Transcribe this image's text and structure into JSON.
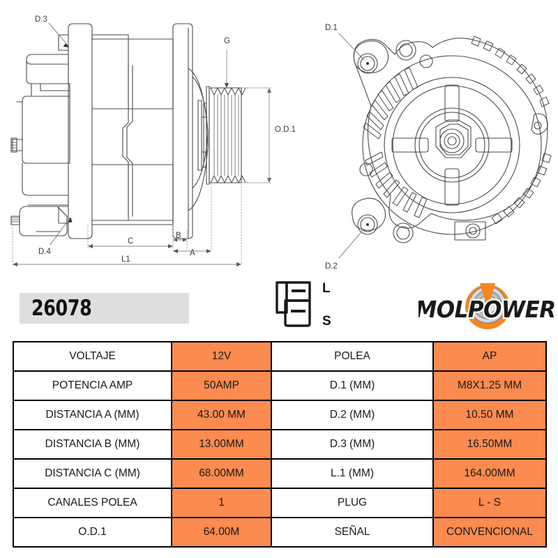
{
  "part_number": "26078",
  "colors": {
    "value_cell_background": "#fb8b4f",
    "partno_band_background": "#dededd",
    "logo_orange": "#f5871f",
    "logo_gray": "#b3b3b3",
    "table_border": "#000000"
  },
  "drawings": {
    "side_view": {
      "name": "alternator-side-view",
      "callouts": [
        {
          "id": "d3",
          "label": "D.3"
        },
        {
          "id": "d4",
          "label": "D.4"
        },
        {
          "id": "g",
          "label": "G"
        },
        {
          "id": "od1",
          "label": "O.D.1"
        },
        {
          "id": "a",
          "label": "A"
        },
        {
          "id": "b",
          "label": "B"
        },
        {
          "id": "c",
          "label": "C"
        },
        {
          "id": "l1",
          "label": "L1"
        }
      ]
    },
    "front_view": {
      "name": "alternator-front-view",
      "callouts": [
        {
          "id": "d1",
          "label": "D.1"
        },
        {
          "id": "d2",
          "label": "D.2"
        }
      ]
    }
  },
  "plug": {
    "icon_name": "connector-plug-icon",
    "terminals": [
      {
        "label": "L"
      },
      {
        "label": "S"
      }
    ]
  },
  "logo": {
    "name": "molpower-logo",
    "text_part1": "MOL",
    "text_part2": "WER",
    "full_text": "MOLPOWER"
  },
  "spec_table": {
    "rows": [
      {
        "label_left": "VOLTAJE",
        "value_left": "12V",
        "label_right": "POLEA",
        "value_right": "AP"
      },
      {
        "label_left": "POTENCIA AMP",
        "value_left": "50AMP",
        "label_right": "D.1 (MM)",
        "value_right": "M8X1.25 MM"
      },
      {
        "label_left": "DISTANCIA A (MM)",
        "value_left": "43.00 MM",
        "label_right": "D.2 (MM)",
        "value_right": "10.50 MM"
      },
      {
        "label_left": "DISTANCIA B (MM)",
        "value_left": "13.00MM",
        "label_right": "D.3 (MM)",
        "value_right": "16.50MM"
      },
      {
        "label_left": "DISTANCIA C (MM)",
        "value_left": "68.00MM",
        "label_right": "L.1 (MM)",
        "value_right": "164.00MM"
      },
      {
        "label_left": "CANALES POLEA",
        "value_left": "1",
        "label_right": "PLUG",
        "value_right": "L - S"
      },
      {
        "label_left": "O.D.1",
        "value_left": "64.00M",
        "label_right": "SEÑAL",
        "value_right": "CONVENCIONAL"
      }
    ]
  }
}
